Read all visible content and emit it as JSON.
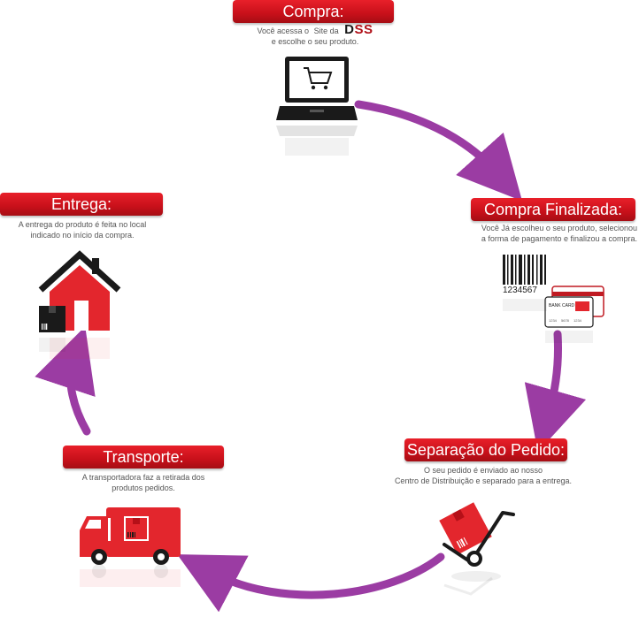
{
  "colors": {
    "banner_red": "#d01a22",
    "arrow_purple": "#9b3ca3",
    "icon_red": "#e3262d",
    "icon_dark": "#1a1a1a"
  },
  "steps": {
    "compra": {
      "title": "Compra:",
      "line1_prefix": "Você acessa o",
      "line1_site": "Site da",
      "logo_text": "DSS",
      "line2": "e escolhe o seu produto.",
      "icon": "laptop-cart-icon"
    },
    "finalizada": {
      "title": "Compra Finalizada:",
      "line1": "Você Já escolheu o seu produto, selecionou",
      "line2": "a forma de pagamento e finalizou a compra.",
      "barcode_number": "1234567",
      "card_label": "BANK CARD",
      "card_number_1": "1234",
      "card_number_2": "5678",
      "card_number_3": "1234",
      "icon": "barcode-card-icon"
    },
    "separacao": {
      "title": "Separação do Pedido:",
      "line1": "O seu pedido é enviado ao nosso",
      "line2": "Centro de Distribuição e separado para a entrega.",
      "icon": "hand-truck-icon"
    },
    "transporte": {
      "title": "Transporte:",
      "line1": "A transportadora faz a retirada dos",
      "line2": "produtos pedidos.",
      "icon": "delivery-truck-icon"
    },
    "entrega": {
      "title": "Entrega:",
      "line1": "A entrega do produto é feita no local",
      "line2": "indicado no início da compra.",
      "icon": "house-icon"
    }
  }
}
